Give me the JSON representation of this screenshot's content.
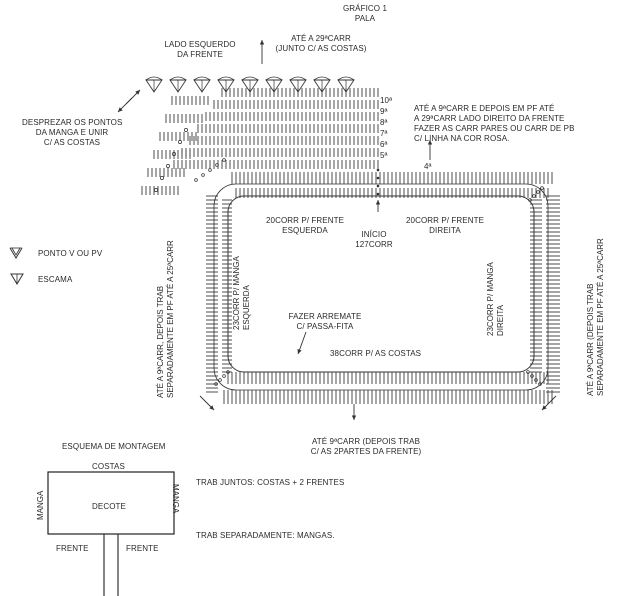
{
  "title": {
    "line1": "GRÁFICO 1",
    "line2": "PALA"
  },
  "labels": {
    "left_front_side": [
      "LADO ESQUERDO",
      "DA FRENTE"
    ],
    "up_to_29_back": [
      "ATÉ A 29ªCARR",
      "(JUNTO C/ AS COSTAS)"
    ],
    "discard_sleeve": [
      "DESPREZAR OS PONTOS",
      "DA MANGA E UNIR",
      "C/ AS COSTAS"
    ],
    "right_front_note": [
      "ATÉ A 9ªCARR E DEPOIS EM PF ATÉ",
      "A 29ªCARR LADO DIREITO DA FRENTE",
      "FAZER AS CARR PARES OU CARR DE PB",
      "C/ LINHA NA COR ROSA."
    ],
    "row_numbers": [
      "10ª",
      "9ª",
      "8ª",
      "7ª",
      "6ª",
      "5ª",
      "4ª"
    ],
    "left_front_chain": [
      "20CORR P/ FRENTE",
      "ESQUERDA"
    ],
    "start": [
      "INÍCIO",
      "127CORR"
    ],
    "right_front_chain": [
      "20CORR P/ FRENTE",
      "DIREITA"
    ],
    "left_sleeve_chain": [
      "23CORR P/ MANGA",
      "ESQUERDA"
    ],
    "right_sleeve_chain": [
      "23CORR P/ MANGA",
      "DIREITA"
    ],
    "finish": [
      "FAZER ARREMATE",
      "C/ PASSA-FITA"
    ],
    "back_chain": "38CORR P/ AS COSTAS",
    "left_vertical_note": [
      "ATÉ A 9ªCARR, DEPOIS TRAB",
      "SEPARADAMENTE  EM PF ATÉ A 25ªCARR"
    ],
    "right_vertical_note": [
      "ATÉ A 9ªCARR (DEPOIS TRAB",
      "SEPARADAMENTE EM PF ATÉ A 25ªCARR"
    ],
    "bottom_note": [
      "ATÉ 9ªCARR (DEPOIS TRAB",
      "C/ AS 2PARTES DA FRENTE)"
    ]
  },
  "legend": [
    {
      "icon": "v-stitch-icon",
      "label": "PONTO V OU PV"
    },
    {
      "icon": "shell-stitch-icon",
      "label": "ESCAMA"
    }
  ],
  "assembly": {
    "title": "ESQUEMA DE MONTAGEM",
    "costas": "COSTAS",
    "decote": "DECOTE",
    "manga_left": "MANGA",
    "manga_right": "MANGA",
    "frente_left": "FRENTE",
    "frente_right": "FRENTE",
    "note_together": "TRAB JUNTOS: COSTAS + 2 FRENTES",
    "note_separate": "TRAB SEPARADAMENTE: MANGAS."
  }
}
